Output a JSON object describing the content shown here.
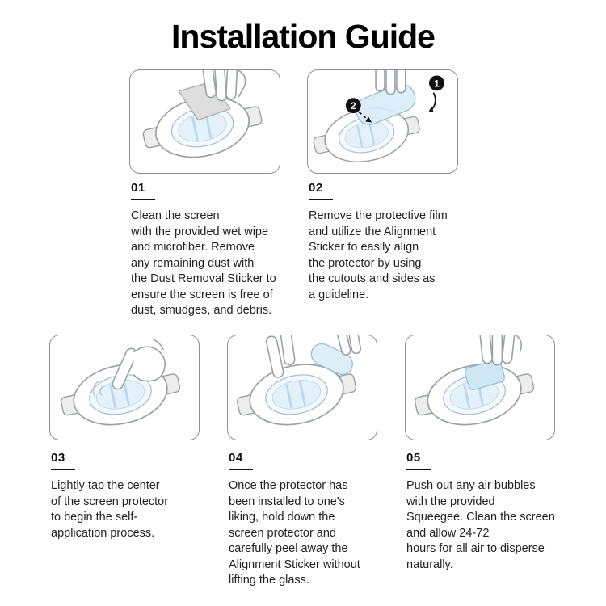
{
  "page": {
    "title": "Installation Guide"
  },
  "steps": [
    {
      "number": "01",
      "text": "Clean the screen\nwith the provided wet wipe\nand microfiber. Remove\nany remaining dust with\nthe Dust Removal Sticker to\nensure the screen is free of\ndust, smudges, and debris."
    },
    {
      "number": "02",
      "text": "Remove the protective film\nand utilize the Alignment\nSticker to easily align\nthe protector by using\nthe cutouts and sides as\na guideline.",
      "annotations": [
        "1",
        "2"
      ]
    },
    {
      "number": "03",
      "text": "Lightly tap the center\nof the screen protector\nto begin the self-\napplication process."
    },
    {
      "number": "04",
      "text": "Once the protector has\nbeen installed to one's\nliking, hold down the\nscreen protector and\ncarefully peel away the\nAlignment Sticker without\nlifting the glass."
    },
    {
      "number": "05",
      "text": "Push out any air bubbles\nwith the provided\nSqueegee. Clean the screen\nand allow 24-72\nhours for all air to disperse\nnaturally."
    }
  ],
  "colors": {
    "line": "#9aa0a6",
    "protector_tint": "#e3f1fa",
    "film_blue": "#d8ecf8",
    "badge": "#111111"
  }
}
